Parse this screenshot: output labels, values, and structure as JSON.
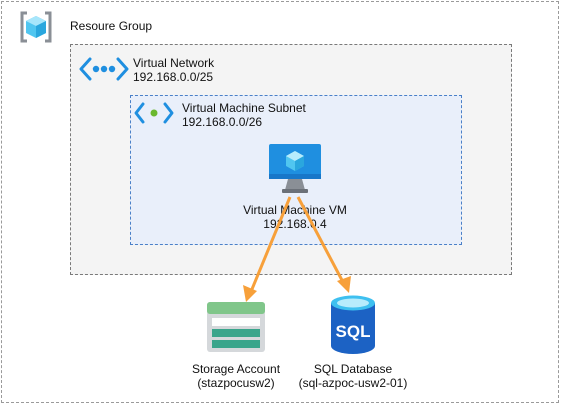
{
  "resource_group": {
    "label": "Resoure Group",
    "icon": "resource-group-icon"
  },
  "vnet": {
    "name": "Virtual Network",
    "cidr": "192.168.0.0/25",
    "icon": "virtual-network-icon"
  },
  "subnet": {
    "name": "Virtual Machine Subnet",
    "cidr": "192.168.0.0/26",
    "icon": "subnet-icon"
  },
  "vm": {
    "name": "Virtual Machine VM",
    "ip": "192.168.0.4",
    "icon": "virtual-machine-icon"
  },
  "storage": {
    "name": "Storage Account",
    "id": "(stazpocusw2)",
    "icon": "storage-account-icon"
  },
  "sql": {
    "name": "SQL Database",
    "id": "(sql-azpoc-usw2-01)",
    "icon": "sql-database-icon",
    "icon_text": "SQL"
  },
  "connections": [
    {
      "from": "vm",
      "to": "storage",
      "color": "#f7a03a"
    },
    {
      "from": "vm",
      "to": "sql",
      "color": "#f7a03a"
    }
  ],
  "colors": {
    "azure_blue": "#1f8fe0",
    "arrow_orange": "#f7a03a",
    "subnet_border": "#4a80c8",
    "subnet_fill": "#e9effa"
  }
}
